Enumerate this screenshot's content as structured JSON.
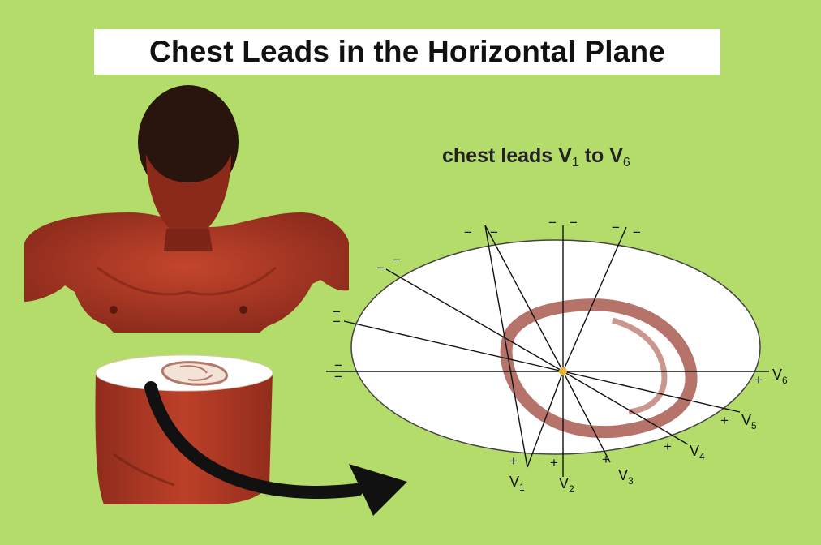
{
  "title": "Chest Leads in the Horizontal Plane",
  "subtitle": {
    "text": "chest leads V",
    "sub1": "1",
    "mid": " to V",
    "sub2": "6"
  },
  "leads": [
    {
      "id": "V1",
      "letter": "V",
      "sub": "1",
      "positive": "+",
      "negative": "−"
    },
    {
      "id": "V2",
      "letter": "V",
      "sub": "2",
      "positive": "+",
      "negative": "−"
    },
    {
      "id": "V3",
      "letter": "V",
      "sub": "3",
      "positive": "+",
      "negative": "−"
    },
    {
      "id": "V4",
      "letter": "V",
      "sub": "4",
      "positive": "+",
      "negative": "−"
    },
    {
      "id": "V5",
      "letter": "V",
      "sub": "5",
      "positive": "+",
      "negative": "−"
    },
    {
      "id": "V6",
      "letter": "V",
      "sub": "6",
      "positive": "+",
      "negative": "−"
    }
  ],
  "colors": {
    "background": "#b4dc6a",
    "skin": "#b23a26",
    "heart": "#a85a50",
    "arrow": "#111111"
  }
}
